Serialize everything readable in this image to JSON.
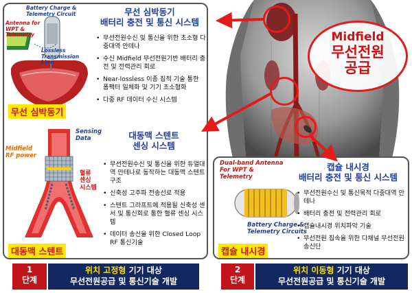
{
  "center": {
    "title_line1": "Midfield",
    "title_line2": "무선전원",
    "title_line3": "공급"
  },
  "pacemaker": {
    "title_line1": "무선 심박동기",
    "title_line2": "배터리 충전 및 통신 시스템",
    "bullets": [
      "무선전원수신 및 통신을 위한 초소형 다중대역 안테나",
      "수신 Midfield 무선전원기반 배터리 충전 및 전력관리 회로",
      "Near-lossless 이종 집적 기술 통한 폼팩터 일체화 및 기기 초소형화",
      "다중 RF 데이터 수신 시스템"
    ],
    "tag": "무선 심박동기",
    "labels": {
      "battery": "Battery Charge & Telemetry Circuit",
      "antenna": "Antenna for WPT & Telemetry",
      "lossless": "Lossless Transmission Line"
    }
  },
  "stent": {
    "title_line1": "대동맥 스텐트",
    "title_line2": "센싱 시스템",
    "bullets": [
      "무선전원수신 및 통신을 위한 듀얼대역 안테나로 동작하는 대동맥 스텐트 구조",
      "신축성 고주파 전송선로 적용",
      "스텐트 그라프트에 적용될 신축성 센서 및 통신회로 통한 혈류 센싱 시스템",
      "데이터 송신을 위한 Closed Loop RF 통신기술"
    ],
    "tag": "대동맥 스텐트",
    "labels": {
      "sensing": "Sensing Data",
      "rf": "Midfield RF power",
      "flow": "혈류 센싱 시스템"
    }
  },
  "capsule": {
    "title_line1": "캡슐 내시경",
    "title_line2": "배터리 충전 및 통신 시스템",
    "bullets": [
      "무선전원수신 및 통신목적 다중대역 안테나",
      "배터리 충전 및 전력관리 회로",
      "캡슐내시경 위치파악 기술",
      "무선전원 집속을 위한 다채널 무선전원 송신단"
    ],
    "tag": "캡슐 내시경",
    "labels": {
      "antenna": "Dual-band Antenna For WPT & Telemetry",
      "battery": "Battery Charge & Telemetry Circuits"
    }
  },
  "stage1": {
    "num": "1",
    "unit": "단계",
    "line1_hl": "위치 고정형",
    "line1_rest": " 기기 대상",
    "line2": "무선전원공급 및 통신기술 개발"
  },
  "stage2": {
    "num": "2",
    "unit": "단계",
    "line1_hl": "위치 이동형",
    "line1_rest": " 기기 대상",
    "line2": "무선전원공급 및 통신기술 개발"
  },
  "colors": {
    "arrow": "#e31b1b",
    "title_blue": "#1f3fa0",
    "stage_navy": "#12285e",
    "stage_red": "#c0161b",
    "tag_yellow": "#ffe800"
  }
}
